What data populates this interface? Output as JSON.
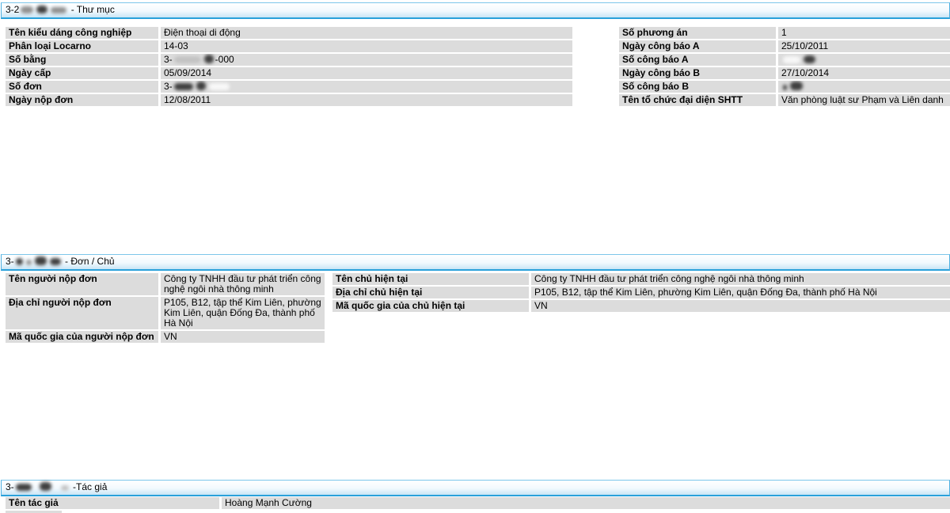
{
  "colors": {
    "section_border": "#2aa1da",
    "section_bg_bottom": "#c9e5f6",
    "row_bg": "#dcdcdc",
    "text": "#000000"
  },
  "sections": [
    {
      "id": "thu-muc",
      "title_prefix": "3-2",
      "title_suffix": "- Thư mục",
      "left_table": {
        "rows": [
          {
            "label": "Tên kiểu dáng công nghiệp",
            "value": "Điện thoại di động"
          },
          {
            "label": "Phân loại Locarno",
            "value": "14-03"
          },
          {
            "label": "Số bằng",
            "value_prefix": "3-",
            "value_suffix": "-000",
            "redacted": true
          },
          {
            "label": "Ngày cấp",
            "value": "05/09/2014"
          },
          {
            "label": "Số đơn",
            "value_prefix": "3-",
            "value_suffix": "",
            "redacted": true
          },
          {
            "label": "Ngày nộp đơn",
            "value": "12/08/2011"
          }
        ]
      },
      "right_table": {
        "rows": [
          {
            "label": "Số phương án",
            "value": "1"
          },
          {
            "label": "Ngày công báo A",
            "value": "25/10/2011"
          },
          {
            "label": "Số công báo A",
            "value": "",
            "redacted": true
          },
          {
            "label": "Ngày công báo B",
            "value": "27/10/2014"
          },
          {
            "label": "Số công báo B",
            "value": "",
            "redacted": true
          },
          {
            "label": "Tên tổ chức đại diện SHTT",
            "value": "Văn phòng luật sư Phạm và Liên danh"
          }
        ]
      }
    },
    {
      "id": "don-chu",
      "title_prefix": "3-",
      "title_suffix": "- Đơn / Chủ",
      "left_table": {
        "rows": [
          {
            "label": "Tên người nộp đơn",
            "value": "Công ty TNHH đầu tư phát triển công nghệ ngôi nhà thông minh"
          },
          {
            "label": "Địa chỉ người nộp đơn",
            "value": "P105, B12, tập thể Kim Liên, phường Kim Liên, quận Đống Đa, thành phố Hà Nội"
          },
          {
            "label": "Mã quốc gia của người nộp đơn",
            "value": "VN"
          }
        ]
      },
      "right_table": {
        "rows": [
          {
            "label": "Tên chủ hiện tại",
            "value": "Công ty TNHH đầu tư phát triển công nghệ ngôi nhà thông minh"
          },
          {
            "label": "Địa chỉ chủ hiện tại",
            "value": "P105, B12, tập thể Kim Liên, phường Kim Liên, quận Đống Đa, thành phố Hà Nội"
          },
          {
            "label": "Mã quốc gia của chủ hiện tại",
            "value": "VN"
          }
        ]
      }
    },
    {
      "id": "tac-gia",
      "title_prefix": "3-",
      "title_suffix": "-Tác giả",
      "table": {
        "rows": [
          {
            "label": "Tên tác giả",
            "value": "Hoàng Mạnh Cường"
          }
        ]
      }
    }
  ]
}
